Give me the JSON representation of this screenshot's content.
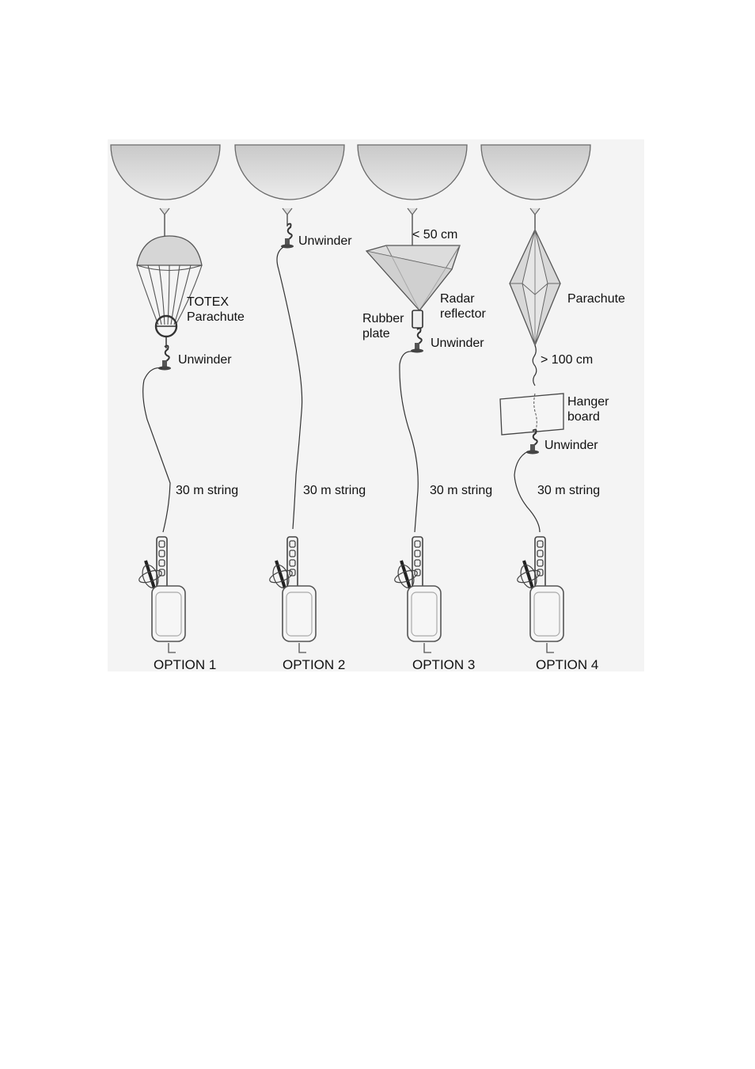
{
  "options": [
    {
      "title": "OPTION 1",
      "items": {
        "parachute": "TOTEX\nParachute",
        "unwinder": "Unwinder",
        "string": "30 m string"
      }
    },
    {
      "title": "OPTION 2",
      "items": {
        "unwinder": "Unwinder",
        "string": "30 m string"
      }
    },
    {
      "title": "OPTION 3",
      "items": {
        "distance": "< 50 cm",
        "radar": "Radar\nreflector",
        "rubber": "Rubber\nplate",
        "unwinder": "Unwinder",
        "string": "30 m string"
      }
    },
    {
      "title": "OPTION 4",
      "items": {
        "parachute": "Parachute",
        "distance": "> 100 cm",
        "hanger": "Hanger\nboard",
        "unwinder": "Unwinder",
        "string": "30 m string"
      }
    }
  ]
}
